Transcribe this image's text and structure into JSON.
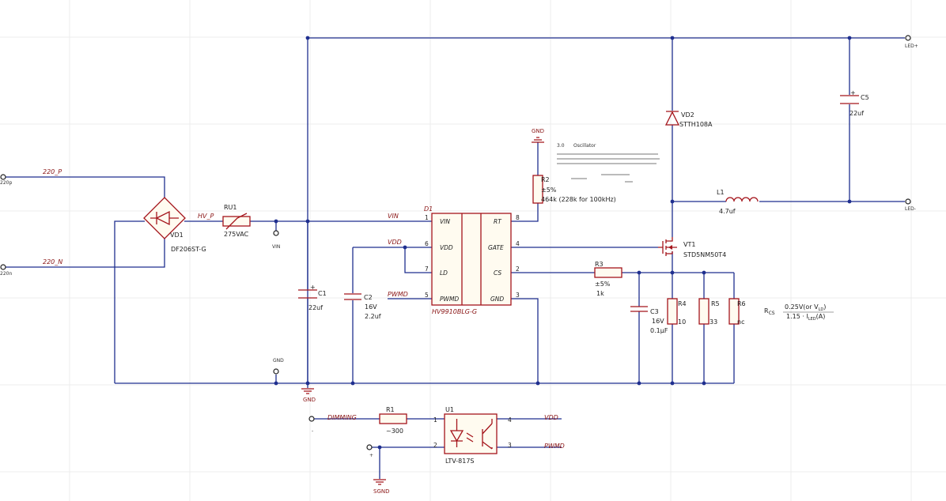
{
  "title": "",
  "ports": {
    "p220p": "220p",
    "p220n": "220n",
    "led_pos": "LED+",
    "led_neg": "LED-",
    "vin": "VIN",
    "gnd": "GND"
  },
  "nets": {
    "n220_p": "220_P",
    "n220_n": "220_N",
    "hv_p": "HV_P",
    "vin": "VIN",
    "vdd": "VDD",
    "pwmd": "PWMD",
    "dimming": "DIMMING",
    "vdd2": "VDD",
    "pwmd2": "PWMD"
  },
  "grounds": {
    "g1": "GND",
    "g2": "GND",
    "sgnd": "SGND"
  },
  "components": {
    "vd1": {
      "ref": "VD1",
      "value": "DF206ST-G"
    },
    "ru1": {
      "ref": "RU1",
      "value": "275VAC"
    },
    "c1": {
      "ref": "C1",
      "value": "22uf",
      "plus": "+"
    },
    "c2": {
      "ref": "C2",
      "v": "16V",
      "value": "2.2uf"
    },
    "d1": {
      "ref": "D1",
      "value": "HV9910BLG-G"
    },
    "r2": {
      "ref": "R2",
      "tol": "±5%",
      "value": "464k (228k for 100kHz)"
    },
    "vd2": {
      "ref": "VD2",
      "value": "STTH108A"
    },
    "c5": {
      "ref": "C5",
      "value": "22uf",
      "plus": "+"
    },
    "l1": {
      "ref": "L1",
      "value": "4.7uf"
    },
    "vt1": {
      "ref": "VT1",
      "value": "STD5NM50T4"
    },
    "r3": {
      "ref": "R3",
      "tol": "±5%",
      "value": "1k"
    },
    "c3": {
      "ref": "C3",
      "v": "16V",
      "value": "0.1µF"
    },
    "r4": {
      "ref": "R4",
      "value": "10"
    },
    "r5": {
      "ref": "R5",
      "value": "33"
    },
    "r6": {
      "ref": "R6",
      "value": "nc"
    },
    "r1": {
      "ref": "R1",
      "value": "~300"
    },
    "u1": {
      "ref": "U1",
      "value": "LTV-817S"
    }
  },
  "ic_pins": {
    "vin": {
      "num": "1",
      "name": "VIN"
    },
    "vdd": {
      "num": "6",
      "name": "VDD"
    },
    "ld": {
      "num": "7",
      "name": "LD"
    },
    "pwmd": {
      "num": "5",
      "name": "PWMD"
    },
    "rt": {
      "num": "8",
      "name": "RT"
    },
    "gate": {
      "num": "4",
      "name": "GATE"
    },
    "cs": {
      "num": "2",
      "name": "CS"
    },
    "ic_gnd": {
      "num": "3",
      "name": "GND"
    }
  },
  "u1_pins": {
    "p1": "1",
    "p2": "2",
    "p3": "3",
    "p4": "4"
  },
  "formula": {
    "rcs": "R",
    "rcs_sub": "CS",
    "line1": "0.25V(or V",
    "line1_sub": "LD",
    "line1_end": ")",
    "line2": "1.15 · I",
    "line2_sub": "LED",
    "line2_end": "(A)"
  },
  "note": {
    "heading_num": "3.0",
    "heading": "Oscillator"
  },
  "colors": {
    "wire": "#1f2f8f",
    "component": "#a4141b"
  }
}
